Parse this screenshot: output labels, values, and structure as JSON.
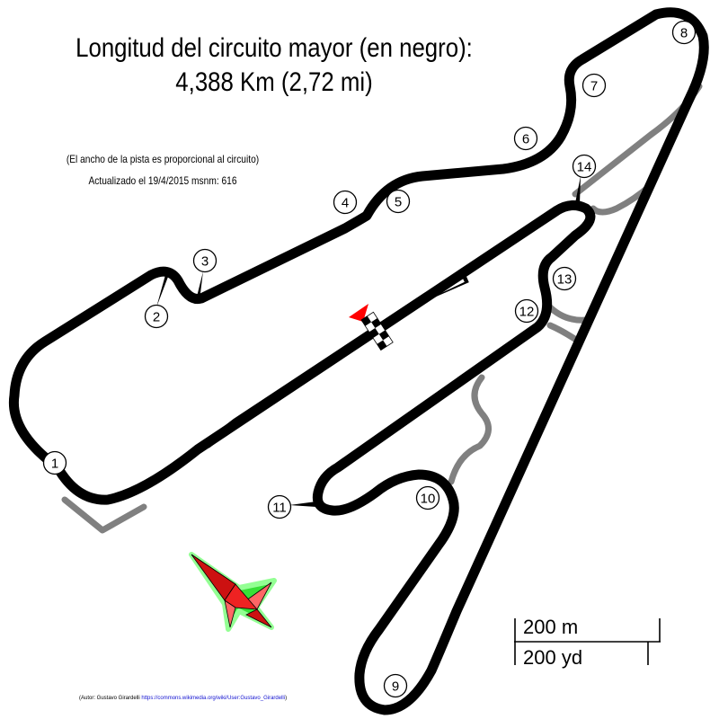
{
  "title": {
    "line1": "Longitud del circuito mayor (en negro):",
    "line2": "4,388 Km (2,72 mi)"
  },
  "notes": {
    "width_note": "(El ancho de la pista es proporcional al circuito)",
    "updated": "Actualizado el 19/4/2015 msnm: 616"
  },
  "author": {
    "prefix": "(Autor: Gustavo Girardelli",
    "url": "https://commons.wikimedia.org/wiki/User:Gustavo_Girardelli",
    "suffix": ")"
  },
  "scale": {
    "metric": "200 m",
    "imperial": "200 yd"
  },
  "turns": [
    "1",
    "2",
    "3",
    "4",
    "5",
    "6",
    "7",
    "8",
    "9",
    "10",
    "11",
    "12",
    "13",
    "14"
  ],
  "colors": {
    "track": "#000000",
    "alt_track": "#808080",
    "flag": "#ff0000",
    "compass_glow": "#22dd22",
    "compass_fill": "#ff3333"
  },
  "icons": {
    "compass": "compass-rose-icon",
    "start_flag": "checkered-flag-icon"
  }
}
